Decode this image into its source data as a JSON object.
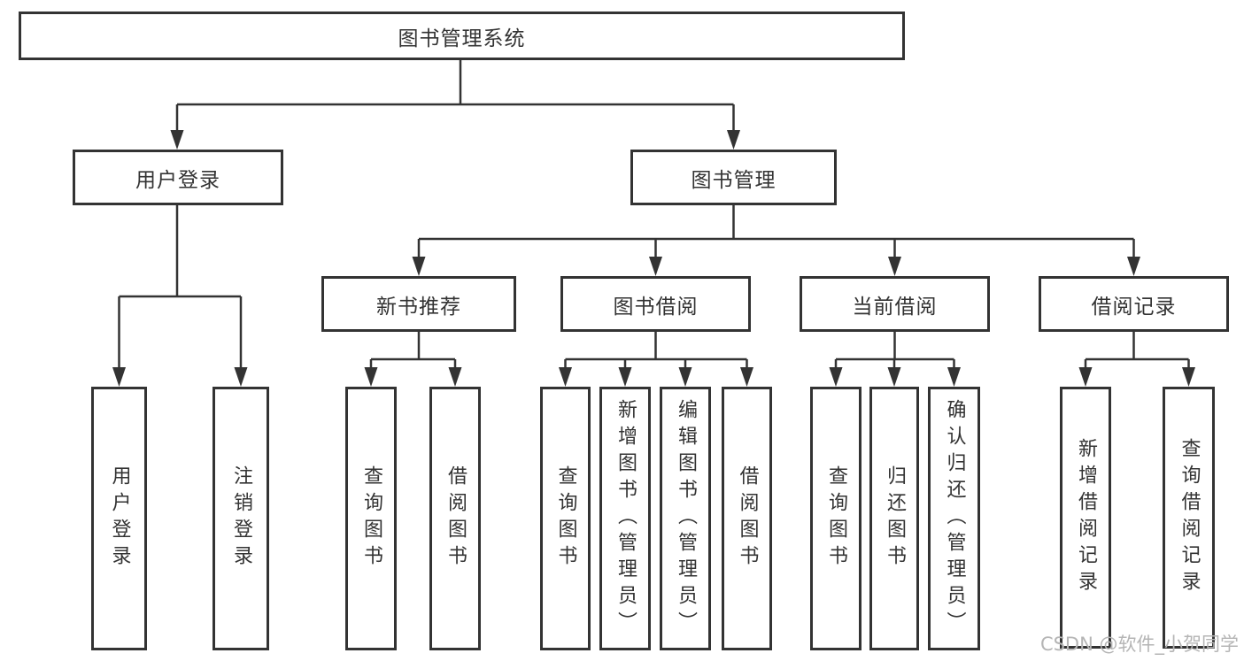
{
  "diagram": {
    "title": "图书管理系统",
    "colors": {
      "line": "#333333",
      "text": "#333333",
      "watermark": "#b5b5b5",
      "background": "#ffffff"
    },
    "nodes": {
      "root": {
        "label": "图书管理系统"
      },
      "user_login": {
        "label": "用户登录"
      },
      "book_management": {
        "label": "图书管理"
      },
      "new_book_recommend": {
        "label": "新书推荐"
      },
      "book_borrow": {
        "label": "图书借阅"
      },
      "current_borrow": {
        "label": "当前借阅"
      },
      "borrow_records": {
        "label": "借阅记录"
      },
      "leaf_user_login": {
        "label": "用户登录"
      },
      "leaf_logout": {
        "label": "注销登录"
      },
      "leaf_recommend_query_books": {
        "label": "查询图书"
      },
      "leaf_recommend_borrow_books": {
        "label": "借阅图书"
      },
      "leaf_borrow_query_books": {
        "label": "查询图书"
      },
      "leaf_borrow_add_books": {
        "label": "新增图书（管理员）"
      },
      "leaf_borrow_edit_books": {
        "label": "编辑图书（管理员）"
      },
      "leaf_borrow_borrow_books": {
        "label": "借阅图书"
      },
      "leaf_current_query_books": {
        "label": "查询图书"
      },
      "leaf_current_return_books": {
        "label": "归还图书"
      },
      "leaf_current_confirm_return": {
        "label": "确认归还（管理员）"
      },
      "leaf_records_add_record": {
        "label": "新增借阅记录"
      },
      "leaf_records_query_record": {
        "label": "查询借阅记录"
      }
    },
    "watermark": "CSDN @软件_小贺同学"
  }
}
